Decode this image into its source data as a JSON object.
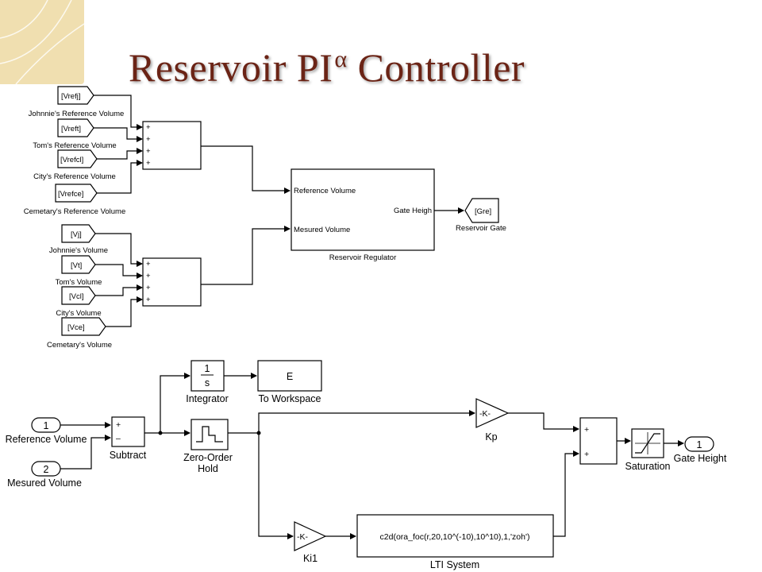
{
  "slide": {
    "title": "Reservoir PI",
    "title_sup": "α"
  },
  "top_model": {
    "ref_tags": [
      "[Vrefj]",
      "[Vreft]",
      "[Vrefcl]",
      "[Vrefce]"
    ],
    "ref_labels": [
      "Johnnie's Reference Volume",
      "Tom's Reference Volume",
      "City's Reference Volume",
      "Cemetary's Reference Volume"
    ],
    "vol_tags": [
      "[Vj]",
      "[Vt]",
      "[Vcl]",
      "[Vce]"
    ],
    "vol_labels": [
      "Johnnie's Volume",
      "Tom's Volume",
      "City's Volume",
      "Cemetary's Volume"
    ],
    "sum_sign": "+",
    "regulator": {
      "in1": "Reference Volume",
      "in2": "Mesured Volume",
      "out": "Gate Heigh",
      "name": "Reservoir Regulator"
    },
    "gate_tag": "[Gre]",
    "gate_label": "Reservoir Gate"
  },
  "bottom_model": {
    "in1_port": "1",
    "in1_label": "Reference Volume",
    "in2_port": "2",
    "in2_label": "Mesured Volume",
    "subtract_plus": "+",
    "subtract_minus": "–",
    "subtract_label": "Subtract",
    "integrator_num": "1",
    "integrator_den": "s",
    "integrator_label": "Integrator",
    "workspace_var": "E",
    "workspace_label": "To Workspace",
    "zoh_label_1": "Zero-Order",
    "zoh_label_2": "Hold",
    "kp_gain": "-K-",
    "kp_label": "Kp",
    "ki_gain": "-K-",
    "ki_label": "Ki1",
    "lti_expr": "c2d(ora_foc(r,20,10^(-10),10^10),1,'zoh')",
    "lti_label": "LTI System",
    "sum_sign": "+",
    "sat_label": "Saturation",
    "out_port": "1",
    "out_label": "Gate Height"
  }
}
